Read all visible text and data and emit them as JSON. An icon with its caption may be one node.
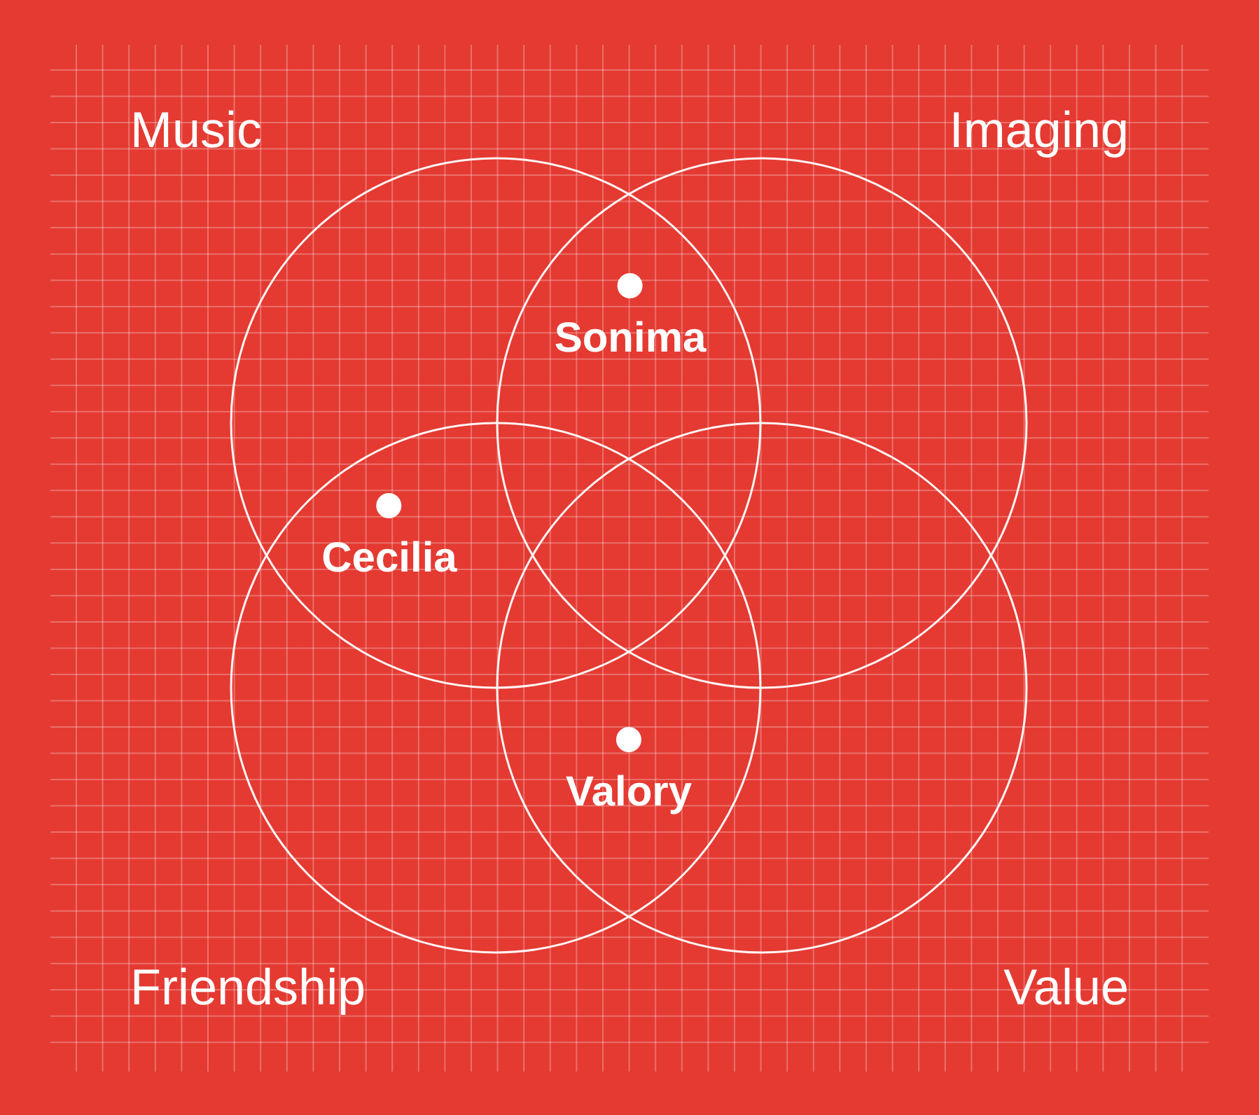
{
  "diagram": {
    "nodes": [
      {
        "text": [
          "Music"
        ]
      },
      {
        "text": [
          "Imaging"
        ]
      },
      {
        "text": [
          "Friendship"
        ]
      },
      {
        "text": [
          "Value"
        ]
      },
      {
        "text": [
          "Sonima"
        ]
      },
      {
        "text": [
          "Cecilia"
        ]
      },
      {
        "text": [
          "Valory"
        ]
      }
    ]
  }
}
